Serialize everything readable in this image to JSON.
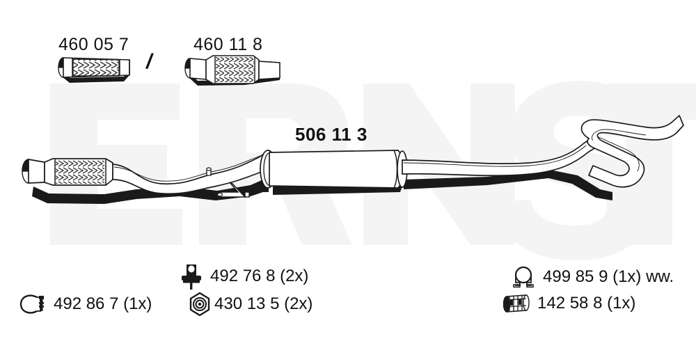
{
  "diagram": {
    "title": "ERNST exhaust system parts diagram",
    "watermark_text": "ERNST",
    "watermark_color": "#f4f4f4",
    "background_color": "#ffffff",
    "line_color": "#1a1a1a"
  },
  "alternatives": {
    "separator": "/",
    "parts": [
      {
        "number": "460 05 7",
        "icon": "flex-pipe-icon"
      },
      {
        "number": "460 11 8",
        "icon": "flex-pipe-icon"
      }
    ]
  },
  "main_part": {
    "number": "506 11 3",
    "icon": "exhaust-muffler-assembly-icon"
  },
  "legend": {
    "items": [
      {
        "number": "492 86 7",
        "qty": "(1x)",
        "label": "492 86 7 (1x)",
        "icon": "pipe-clamp-icon"
      },
      {
        "number": "492 76 8",
        "qty": "(2x)",
        "label": "492 76 8 (2x)",
        "icon": "rubber-hanger-mount-icon"
      },
      {
        "number": "430 13 5",
        "qty": "(2x)",
        "label": "430 13 5 (2x)",
        "icon": "hex-nut-icon"
      },
      {
        "number": "499 85 9",
        "qty": "(1x)",
        "note": "ww.",
        "label": "499 85 9 (1x) ww.",
        "icon": "u-bolt-clamp-icon"
      },
      {
        "number": "142 58 8",
        "qty": "(1x)",
        "label": "142 58 8 (1x)",
        "icon": "connector-sleeve-icon"
      }
    ]
  }
}
